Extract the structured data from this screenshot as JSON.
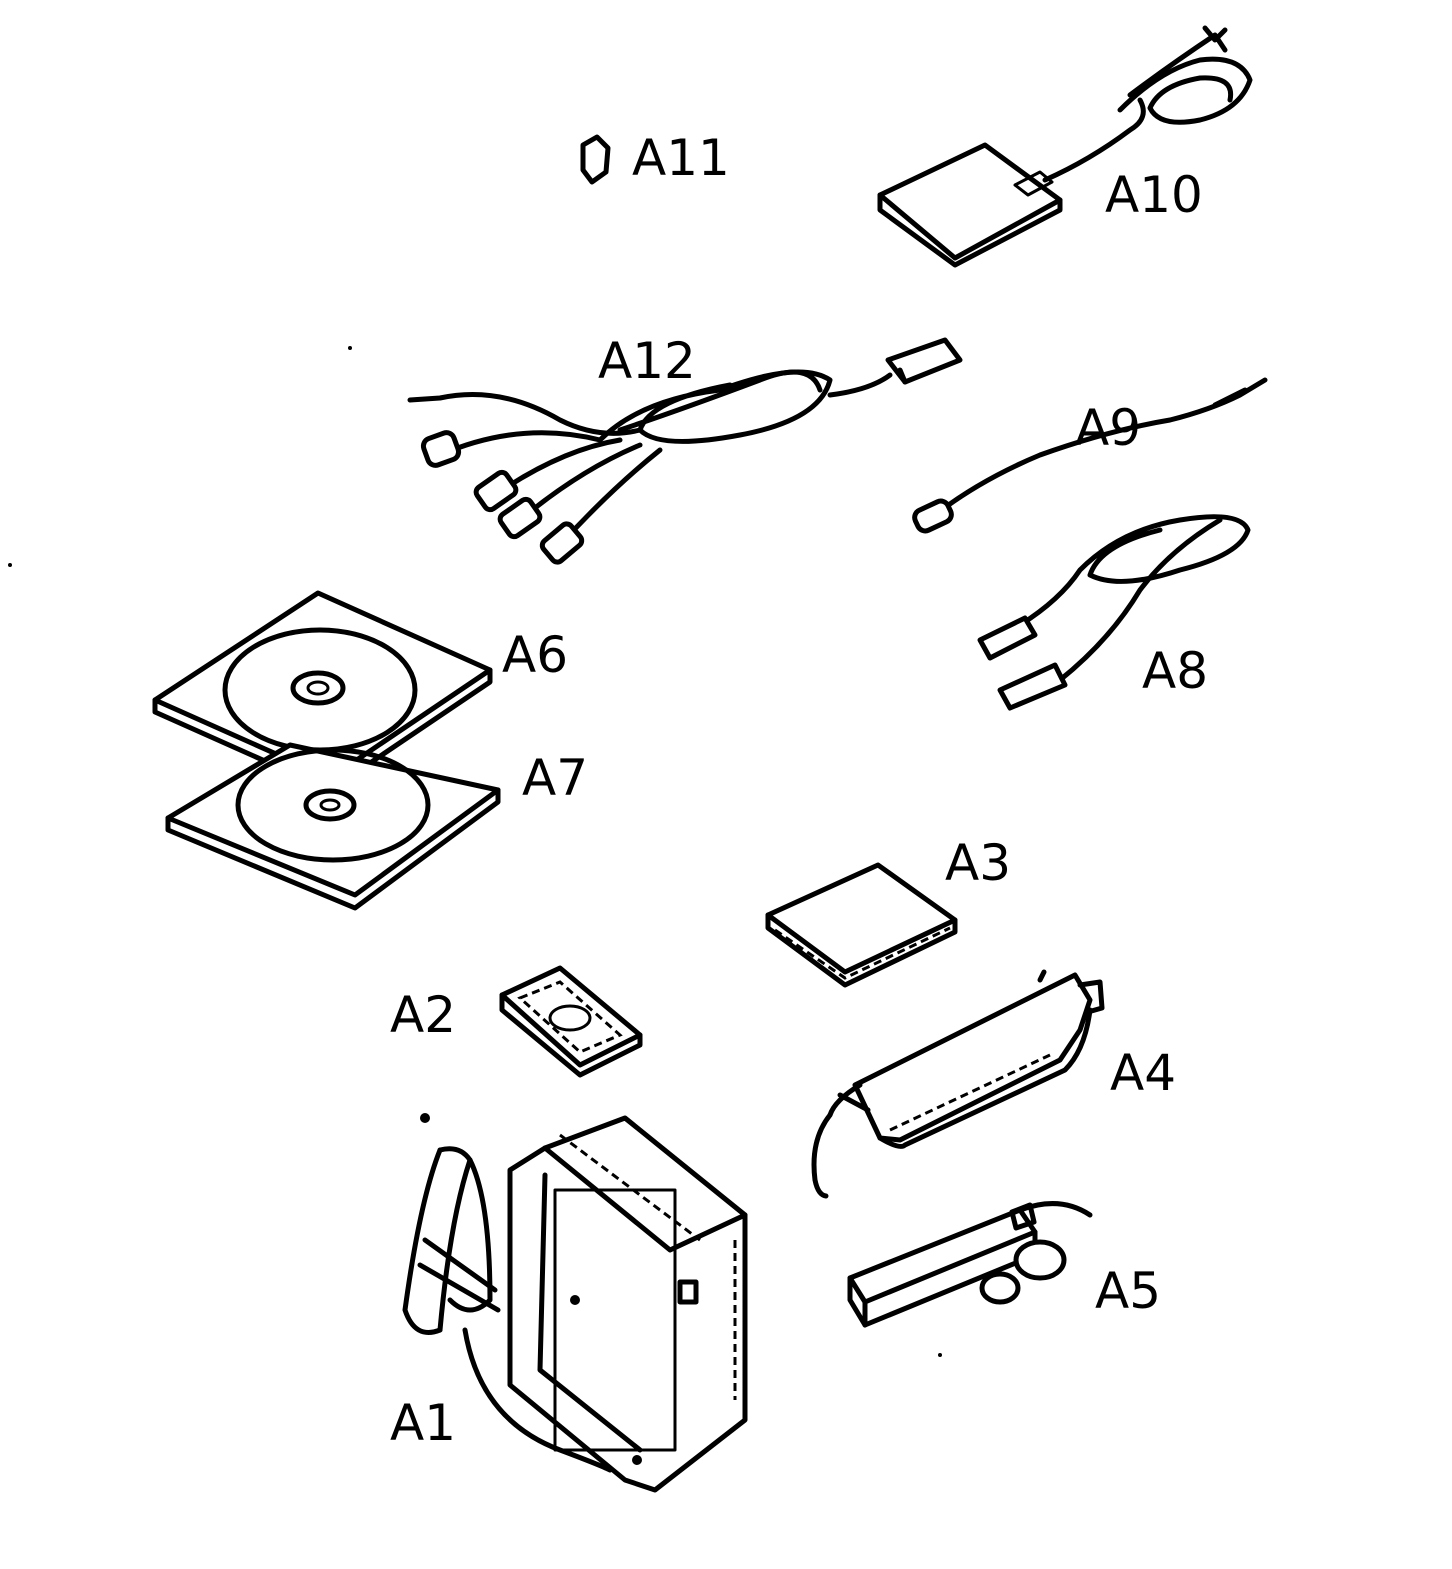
{
  "parts": [
    {
      "id": "a1",
      "label": "A1"
    },
    {
      "id": "a2",
      "label": "A2"
    },
    {
      "id": "a3",
      "label": "A3"
    },
    {
      "id": "a4",
      "label": "A4"
    },
    {
      "id": "a5",
      "label": "A5"
    },
    {
      "id": "a6",
      "label": "A6"
    },
    {
      "id": "a7",
      "label": "A7"
    },
    {
      "id": "a8",
      "label": "A8"
    },
    {
      "id": "a9",
      "label": "A9"
    },
    {
      "id": "a10",
      "label": "A10"
    },
    {
      "id": "a11",
      "label": "A11"
    },
    {
      "id": "a12",
      "label": "A12"
    }
  ],
  "colors": {
    "ink": "#000000",
    "paper": "#ffffff"
  }
}
